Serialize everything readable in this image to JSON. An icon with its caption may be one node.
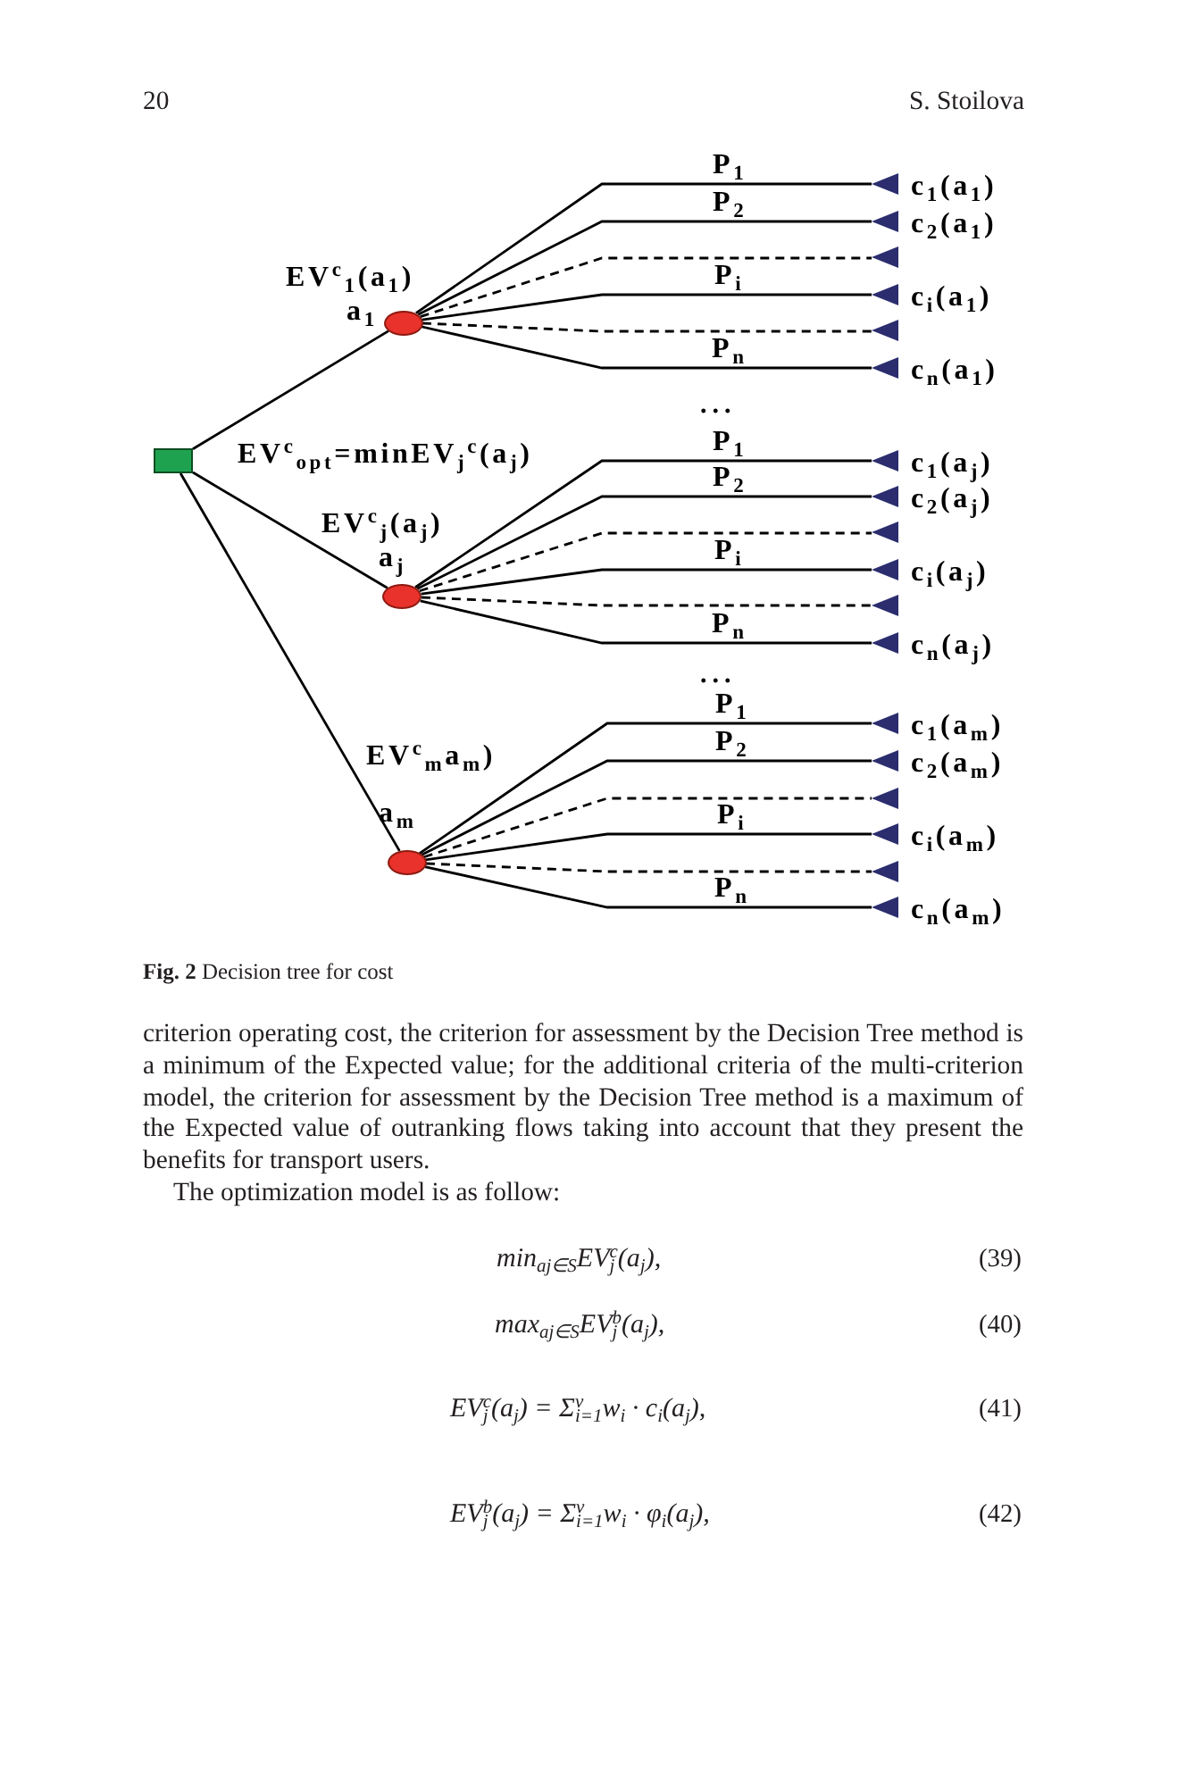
{
  "diagram": {
    "caption": "**Fig. 2** Decision tree for cost",
    "nodes": [
      {
        "text": [],
        "shape": "box",
        "beside": [
          "EV$^{c}$$_{opt}$=minEV$_{j}$$^{c}$(a$_{j}$)"
        ]
      },
      {
        "text": [],
        "shape": "circle",
        "beside": [
          "EV$^{c}$$_{1}$(a$_{1}$)",
          "a$_{1}$"
        ]
      },
      {
        "text": [],
        "shape": "circle",
        "beside": [
          "EV$^{c}$$_{j}$(a$_{j}$)",
          "a$_{j}$"
        ]
      },
      {
        "text": [],
        "shape": "circle",
        "beside": [
          "EV$^{c}$$_{m}$a$_{m}$)",
          "a$_{m}$"
        ]
      },
      {
        "text": [],
        "shape": "triangle",
        "beside": [
          "c$_{1}$(a$_{1}$)"
        ]
      },
      {
        "text": [],
        "shape": "triangle",
        "beside": [
          "c$_{2}$(a$_{1}$)"
        ]
      },
      {
        "text": [],
        "shape": "triangle"
      },
      {
        "text": [],
        "shape": "triangle",
        "beside": [
          "c$_{i}$(a$_{1}$)"
        ]
      },
      {
        "text": [],
        "shape": "triangle"
      },
      {
        "text": [],
        "shape": "triangle",
        "beside": [
          "c$_{n}$(a$_{1}$)"
        ]
      },
      {
        "text": [],
        "shape": "triangle",
        "beside": [
          "c$_{1}$(a$_{j}$)"
        ]
      },
      {
        "text": [],
        "shape": "triangle",
        "beside": [
          "c$_{2}$(a$_{j}$)"
        ]
      },
      {
        "text": [],
        "shape": "triangle"
      },
      {
        "text": [],
        "shape": "triangle",
        "beside": [
          "c$_{i}$(a$_{j}$)"
        ]
      },
      {
        "text": [],
        "shape": "triangle"
      },
      {
        "text": [],
        "shape": "triangle",
        "beside": [
          "c$_{n}$(a$_{j}$)"
        ]
      },
      {
        "text": [],
        "shape": "triangle",
        "beside": [
          "c$_{1}$(a$_{m}$)"
        ]
      },
      {
        "text": [],
        "shape": "triangle",
        "beside": [
          "c$_{2}$(a$_{m}$)"
        ]
      },
      {
        "text": [],
        "shape": "triangle"
      },
      {
        "text": [],
        "shape": "triangle",
        "beside": [
          "c$_{i}$(a$_{m}$)"
        ]
      },
      {
        "text": [],
        "shape": "triangle"
      },
      {
        "text": [],
        "shape": "triangle",
        "beside": [
          "c$_{n}$(a$_{m}$)"
        ]
      }
    ],
    "edges": [
      {
        "from": 0,
        "to": 1,
        "arrow": "none"
      },
      {
        "from": 0,
        "to": 2,
        "arrow": "none"
      },
      {
        "from": 0,
        "to": 3,
        "arrow": "none"
      },
      {
        "from": 1,
        "to": 4,
        "arrow": "none",
        "label": "P$_{1}$"
      },
      {
        "from": 1,
        "to": 5,
        "arrow": "none",
        "label": "P$_{2}$"
      },
      {
        "from": 1,
        "to": 6,
        "arrow": "none",
        "style": "dashed"
      },
      {
        "from": 1,
        "to": 7,
        "arrow": "none",
        "label": "P$_{i}$"
      },
      {
        "from": 1,
        "to": 8,
        "arrow": "none",
        "style": "dashed"
      },
      {
        "from": 1,
        "to": 9,
        "arrow": "none",
        "label": "P$_{n}$"
      },
      {
        "from": 2,
        "to": 10,
        "arrow": "none",
        "label": "P$_{1}$"
      },
      {
        "from": 2,
        "to": 11,
        "arrow": "none",
        "label": "P$_{2}$"
      },
      {
        "from": 2,
        "to": 12,
        "arrow": "none",
        "style": "dashed"
      },
      {
        "from": 2,
        "to": 13,
        "arrow": "none",
        "label": "P$_{i}$"
      },
      {
        "from": 2,
        "to": 14,
        "arrow": "none",
        "style": "dashed"
      },
      {
        "from": 2,
        "to": 15,
        "arrow": "none",
        "label": "P$_{n}$"
      },
      {
        "from": 3,
        "to": 16,
        "arrow": "none",
        "label": "P$_{1}$"
      },
      {
        "from": 3,
        "to": 17,
        "arrow": "none",
        "label": "P$_{2}$"
      },
      {
        "from": 3,
        "to": 18,
        "arrow": "none",
        "style": "dashed"
      },
      {
        "from": 3,
        "to": 19,
        "arrow": "none",
        "label": "P$_{i}$"
      },
      {
        "from": 3,
        "to": 20,
        "arrow": "none",
        "style": "dashed"
      },
      {
        "from": 3,
        "to": 21,
        "arrow": "none",
        "label": "P$_{n}$"
      }
    ],
    "labels": [
      "20",
      "S. Stoilova",
      "...",
      "...",
      "criterion operating cost, the criterion for assessment by the Decision Tree method is a minimum of the Expected value; for the additional criteria of the multi-criterion model, the criterion for assessment by the Decision Tree method is a maximum of the Expected value of outranking flows taking into account that they present the benefits for transport users.",
      "The optimization model is as follow:",
      "min$_{aj∈S}$EV$_{j}$$^{c}$(a$_{j}$),",
      "(39)",
      "max$_{aj∈S}$EV$_{j}$$^{b}$(a$_{j}$),",
      "(40)",
      "EV$_{j}$$^{c}$(a$_{j}$) = Σ$_{i=1}$$^{v}$w$_{i}$ · c$_{i}$(a$_{j}$),",
      "(41)",
      "EV$_{j}$$^{b}$(a$_{j}$) = Σ$_{i=1}$$^{v}$w$_{i}$ · φ$_{i}$(a$_{j}$),",
      "(42)"
    ]
  }
}
